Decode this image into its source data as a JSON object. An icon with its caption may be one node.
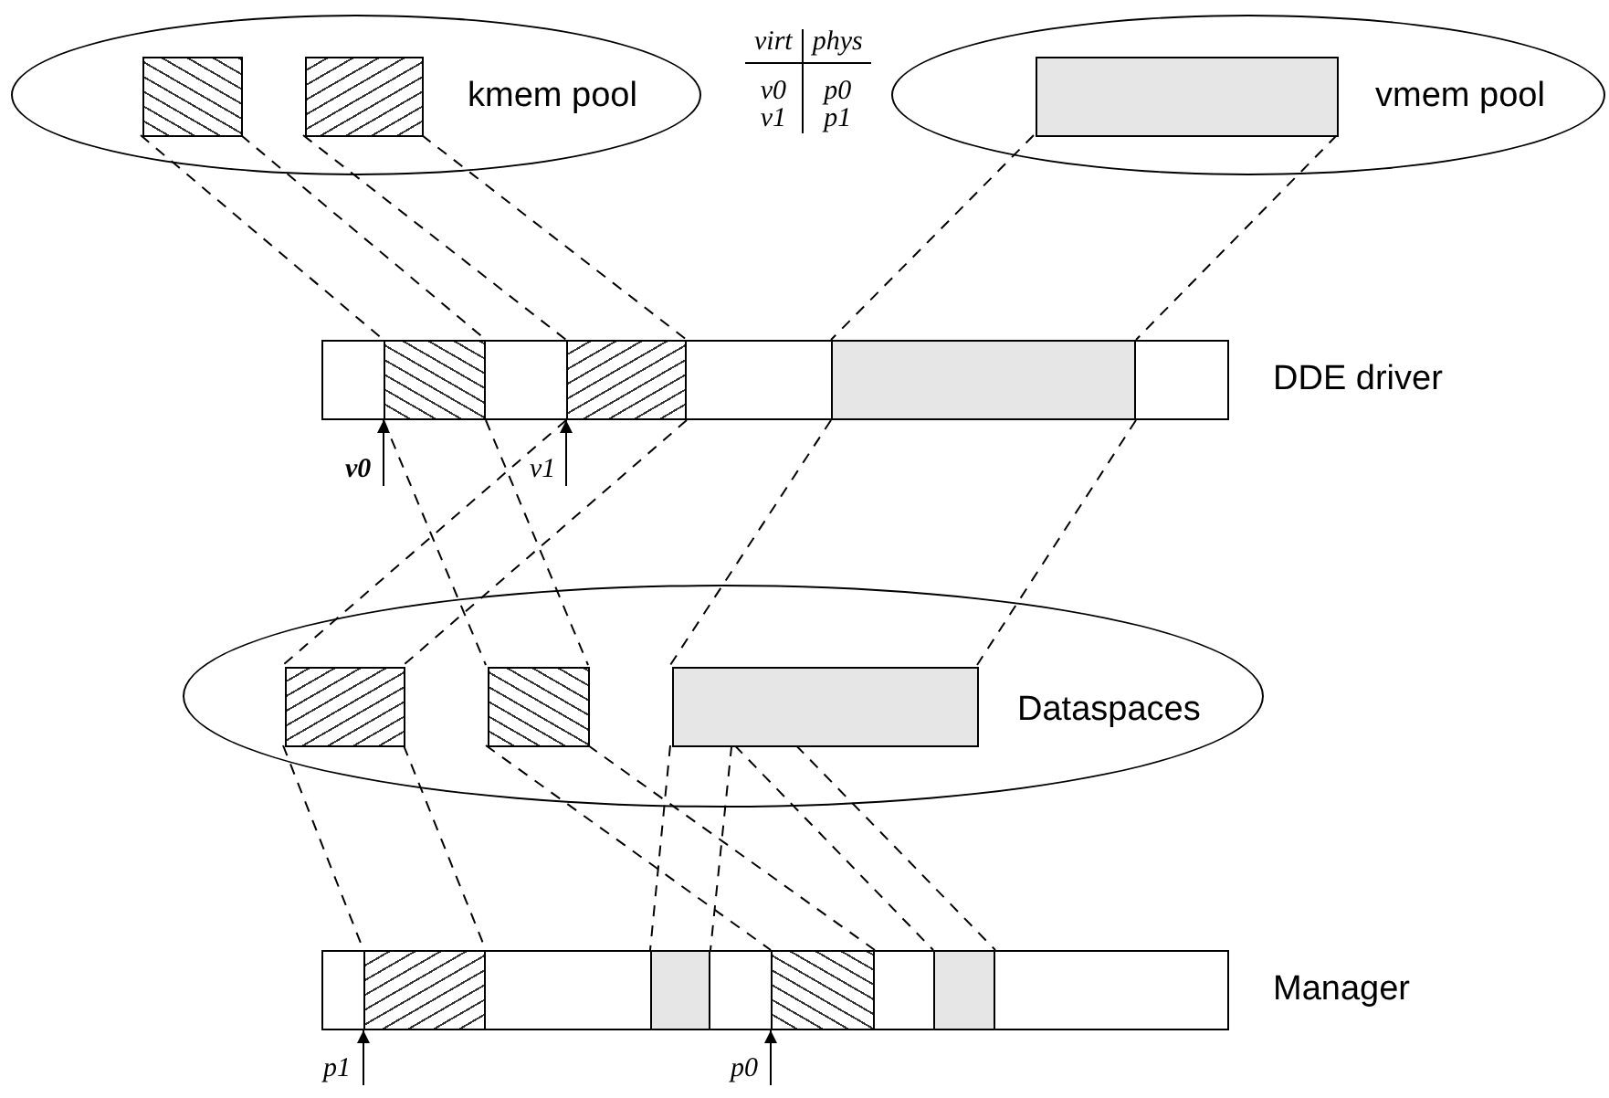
{
  "diagram": {
    "nodes": [
      {
        "text": [
          "kmem pool"
        ]
      },
      {
        "text": [],
        "shape": "box",
        "in": 0
      },
      {
        "text": [],
        "shape": "box",
        "in": 0
      },
      {
        "text": [
          "vmem pool"
        ]
      },
      {
        "text": [],
        "shape": "box",
        "in": 3
      },
      {
        "text": [
          "DDE driver"
        ]
      },
      {
        "text": [],
        "shape": "box",
        "in": 5
      },
      {
        "text": [],
        "shape": "box",
        "in": 5
      },
      {
        "text": [],
        "shape": "box",
        "in": 5
      },
      {
        "text": [
          "Dataspaces"
        ]
      },
      {
        "text": [],
        "shape": "box",
        "in": 9
      },
      {
        "text": [],
        "shape": "box",
        "in": 9
      },
      {
        "text": [],
        "shape": "box",
        "in": 9
      },
      {
        "text": [
          "Manager"
        ]
      },
      {
        "text": [],
        "shape": "box",
        "in": 13
      },
      {
        "text": [],
        "shape": "box",
        "in": 13
      },
      {
        "text": [],
        "shape": "box",
        "in": 13
      },
      {
        "text": [],
        "shape": "box",
        "in": 13
      },
      {
        "text": [
          "v0"
        ]
      },
      {
        "text": [
          "v1"
        ]
      },
      {
        "text": [
          "p1"
        ]
      },
      {
        "text": [
          "p0"
        ]
      }
    ],
    "edges": [
      {
        "from": 1,
        "to": 6,
        "arrow": "none",
        "style": "dashed"
      },
      {
        "from": 1,
        "to": 6,
        "arrow": "none",
        "style": "dashed"
      },
      {
        "from": 2,
        "to": 7,
        "arrow": "none",
        "style": "dashed"
      },
      {
        "from": 2,
        "to": 7,
        "arrow": "none",
        "style": "dashed"
      },
      {
        "from": 4,
        "to": 8,
        "arrow": "none",
        "style": "dashed"
      },
      {
        "from": 4,
        "to": 8,
        "arrow": "none",
        "style": "dashed"
      },
      {
        "from": 6,
        "to": 11,
        "arrow": "none",
        "style": "dashed"
      },
      {
        "from": 6,
        "to": 11,
        "arrow": "none",
        "style": "dashed"
      },
      {
        "from": 7,
        "to": 10,
        "arrow": "none",
        "style": "dashed"
      },
      {
        "from": 7,
        "to": 10,
        "arrow": "none",
        "style": "dashed"
      },
      {
        "from": 8,
        "to": 12,
        "arrow": "none",
        "style": "dashed"
      },
      {
        "from": 8,
        "to": 12,
        "arrow": "none",
        "style": "dashed"
      },
      {
        "from": 10,
        "to": 14,
        "arrow": "none",
        "style": "dashed"
      },
      {
        "from": 10,
        "to": 14,
        "arrow": "none",
        "style": "dashed"
      },
      {
        "from": 11,
        "to": 16,
        "arrow": "none",
        "style": "dashed"
      },
      {
        "from": 11,
        "to": 16,
        "arrow": "none",
        "style": "dashed"
      },
      {
        "from": 12,
        "to": 15,
        "arrow": "none",
        "style": "dashed"
      },
      {
        "from": 12,
        "to": 15,
        "arrow": "none",
        "style": "dashed"
      },
      {
        "from": 12,
        "to": 17,
        "arrow": "none",
        "style": "dashed"
      },
      {
        "from": 12,
        "to": 17,
        "arrow": "none",
        "style": "dashed"
      },
      {
        "from": 18,
        "to": 6,
        "arrow": "to"
      },
      {
        "from": 19,
        "to": 7,
        "arrow": "to"
      },
      {
        "from": 20,
        "to": 14,
        "arrow": "to"
      },
      {
        "from": 21,
        "to": 16,
        "arrow": "to"
      }
    ],
    "labels": [
      "virt",
      "phys",
      "v0",
      "p0",
      "v1",
      "p1"
    ]
  }
}
